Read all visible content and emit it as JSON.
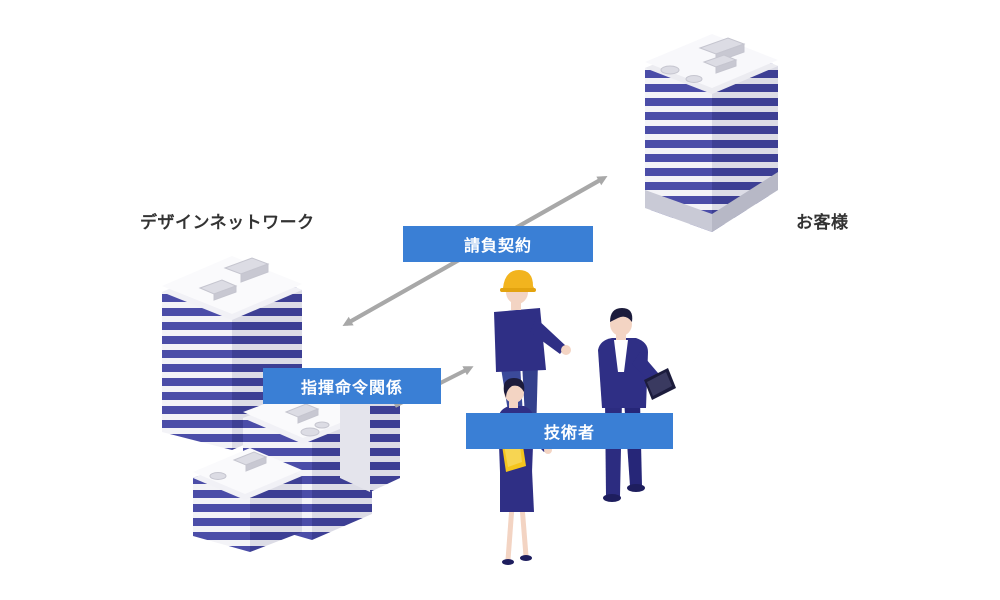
{
  "labels": {
    "design_network": "デザインネットワーク",
    "customer": "お客様",
    "contract": "請負契約",
    "command": "指揮命令関係",
    "engineer": "技術者"
  },
  "colors": {
    "label_band": "#3a7fd5",
    "building_stripe": "#4b4da8",
    "building_wall": "#f1f1f5",
    "arrow": "#a8a8a8",
    "suit": "#2f2f85",
    "helmet": "#f2b41e",
    "folder": "#f5c51d"
  }
}
